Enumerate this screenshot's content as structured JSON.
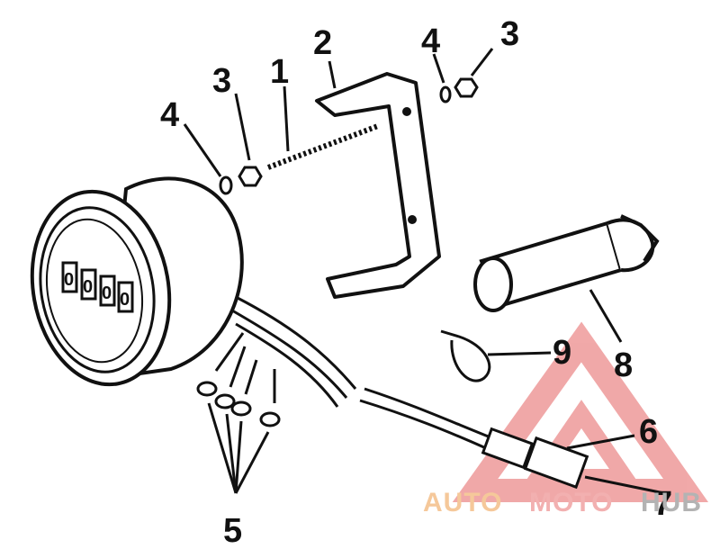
{
  "diagram": {
    "callouts": [
      "1",
      "2",
      "3",
      "3",
      "4",
      "4",
      "5",
      "6",
      "7",
      "8",
      "9"
    ]
  },
  "watermark": {
    "auto": "AUTO",
    "moto": "MOTO",
    "hub": "HUB",
    "colors": {
      "auto": "#f5c89a",
      "moto": "#f2b0b0",
      "hub": "#b3b3b3",
      "triangle": "#ee9a9a"
    }
  },
  "gauge_display": {
    "digits": [
      "0",
      "0",
      "0",
      "0"
    ]
  }
}
